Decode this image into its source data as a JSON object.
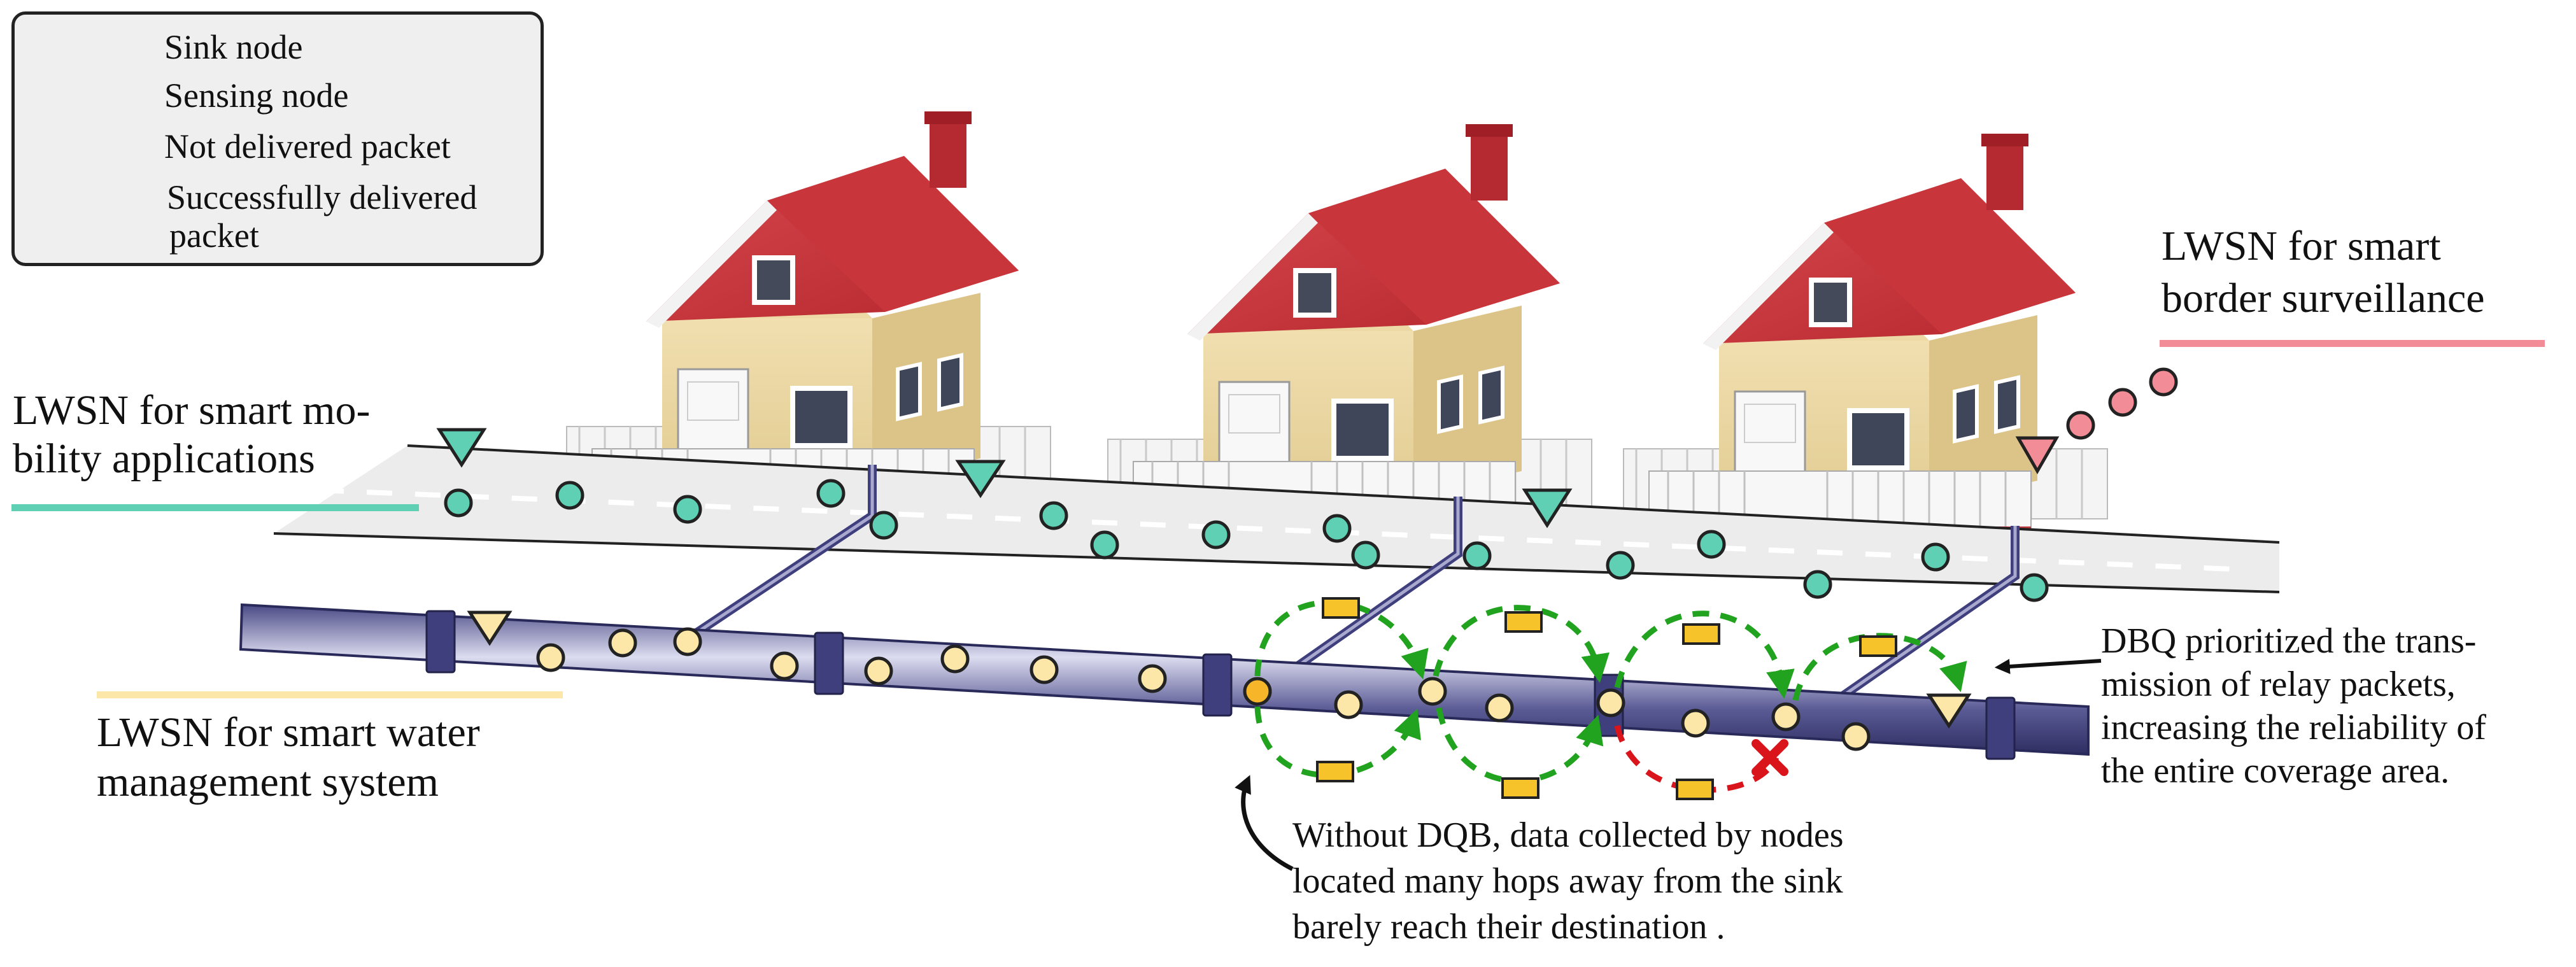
{
  "legend": {
    "sink_node": "Sink node",
    "sensing_node": "Sensing node",
    "not_delivered": "Not delivered packet",
    "delivered_line1": "Successfully delivered",
    "delivered_line2": "packet"
  },
  "labels": {
    "mobility_line1": "LWSN for smart mo-",
    "mobility_line2": "bility applications",
    "border_line1": "LWSN for smart",
    "border_line2": "border surveillance",
    "water_line1": "LWSN for smart water",
    "water_line2": "management system"
  },
  "notes": {
    "dqb_line1": "DBQ prioritized the trans-",
    "dqb_line2": "mission of relay packets,",
    "dqb_line3": "increasing the reliability of",
    "dqb_line4": "the entire coverage area.",
    "without_line1": "Without DQB, data collected by nodes",
    "without_line2": "located many hops away from the sink",
    "without_line3": "barely reach their destination ."
  },
  "colors": {
    "mobility": "#5fd0b4",
    "border": "#f28c96",
    "water": "#fde7a8",
    "water_node_active": "#f7b52a",
    "pipe": "#3f3f7d",
    "packet": "#f7c32a",
    "success_arrow": "#22a31f",
    "fail_arrow": "#d9141b"
  },
  "icons": [
    "sink-node-icon",
    "sensing-node-icon",
    "house-icon",
    "packet-icon",
    "cross-icon"
  ]
}
